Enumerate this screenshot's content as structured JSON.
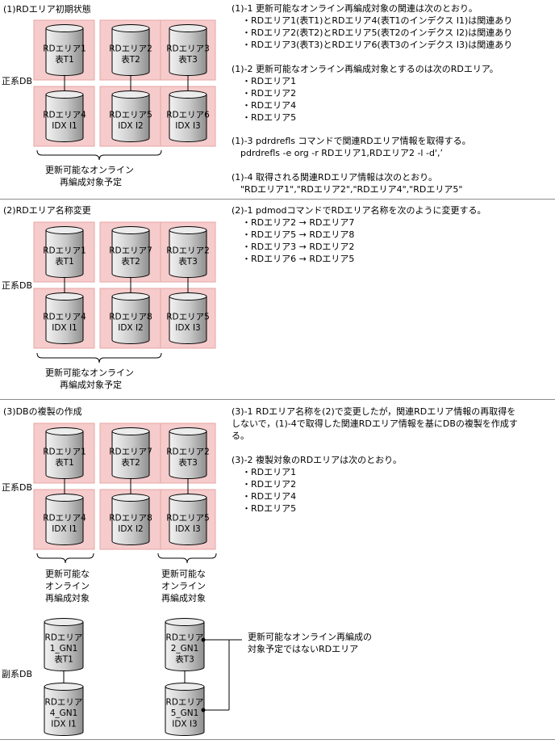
{
  "section1": {
    "heading": "(1)RDエリア初期状態",
    "db_label": "正系DB",
    "cylinders": [
      [
        "RDエリア1",
        "表T1"
      ],
      [
        "RDエリア2",
        "表T2"
      ],
      [
        "RDエリア3",
        "表T3"
      ],
      [
        "RDエリア4",
        "IDX I1"
      ],
      [
        "RDエリア5",
        "IDX I2"
      ],
      [
        "RDエリア6",
        "IDX I3"
      ]
    ],
    "brace_caption": [
      "更新可能なオンライン",
      "再編成対象予定"
    ],
    "notes": [
      "(1)-1 更新可能なオンライン再編成対象の関連は次のとおり。",
      "・RDエリア1(表T1)とRDエリア4(表T1のインデクス I1)は関連あり",
      "・RDエリア2(表T2)とRDエリア5(表T2のインデクス I2)は関連あり",
      "・RDエリア3(表T3)とRDエリア6(表T3のインデクス I3)は関連あり",
      "(1)-2 更新可能なオンライン再編成対象とするのは次のRDエリア。",
      "・RDエリア1",
      "・RDエリア2",
      "・RDエリア4",
      "・RDエリア5",
      "(1)-3 pdrdrefls コマンドで関連RDエリア情報を取得する。",
      "pdrdrefls -e org -r RDエリア1,RDエリア2 -l -d',’",
      "(1)-4 取得される関連RDエリア情報は次のとおり。",
      "\"RDエリア1\",\"RDエリア2\",\"RDエリア4\",\"RDエリア5\""
    ]
  },
  "section2": {
    "heading": "(2)RDエリア名称変更",
    "db_label": "正系DB",
    "cylinders": [
      [
        "RDエリア1",
        "表T1"
      ],
      [
        "RDエリア7",
        "表T2"
      ],
      [
        "RDエリア2",
        "表T3"
      ],
      [
        "RDエリア4",
        "IDX I1"
      ],
      [
        "RDエリア8",
        "IDX I2"
      ],
      [
        "RDエリア5",
        "IDX I3"
      ]
    ],
    "brace_caption": [
      "更新可能なオンライン",
      "再編成対象予定"
    ],
    "notes": [
      "(2)-1 pdmodコマンドでRDエリア名称を次のように変更する。",
      "・RDエリア2 → RDエリア7",
      "・RDエリア5 → RDエリア8",
      "・RDエリア3 → RDエリア2",
      "・RDエリア6 → RDエリア5"
    ]
  },
  "section3": {
    "heading": "(3)DBの複製の作成",
    "db_label": "正系DB",
    "sub_db_label": "副系DB",
    "cylinders": [
      [
        "RDエリア1",
        "表T1"
      ],
      [
        "RDエリア7",
        "表T2"
      ],
      [
        "RDエリア2",
        "表T3"
      ],
      [
        "RDエリア4",
        "IDX I1"
      ],
      [
        "RDエリア8",
        "IDX I2"
      ],
      [
        "RDエリア5",
        "IDX I3"
      ]
    ],
    "brace_caption_left": [
      "更新可能な",
      "オンライン",
      "再編成対象"
    ],
    "brace_caption_right": [
      "更新可能な",
      "オンライン",
      "再編成対象"
    ],
    "replica_cylinders": [
      [
        "RDエリア",
        "1_GN1",
        "表T1"
      ],
      [
        "RDエリア",
        "2_GN1",
        "表T3"
      ],
      [
        "RDエリア",
        "4_GN1",
        "IDX I1"
      ],
      [
        "RDエリア",
        "5_GN1",
        "IDX I3"
      ]
    ],
    "callout": [
      "更新可能なオンライン再編成の",
      "対象予定ではないRDエリア"
    ],
    "notes": [
      "(3)-1 RDエリア名称を(2)で変更したが，関連RDエリア情報の再取得を",
      "しないで，(1)-4で取得した関連RDエリア情報を基にDBの複製を作成す",
      "る。",
      "(3)-2 複製対象のRDエリアは次のとおり。",
      "・RDエリア1",
      "・RDエリア2",
      "・RDエリア4",
      "・RDエリア5"
    ]
  },
  "colors": {
    "box_fill": "#f6cbcb",
    "box_stroke": "#e7a6a6",
    "cyl_light": "#f2f2f2",
    "cyl_dark": "#8f8f8f",
    "divider": "#8c8c8c"
  }
}
